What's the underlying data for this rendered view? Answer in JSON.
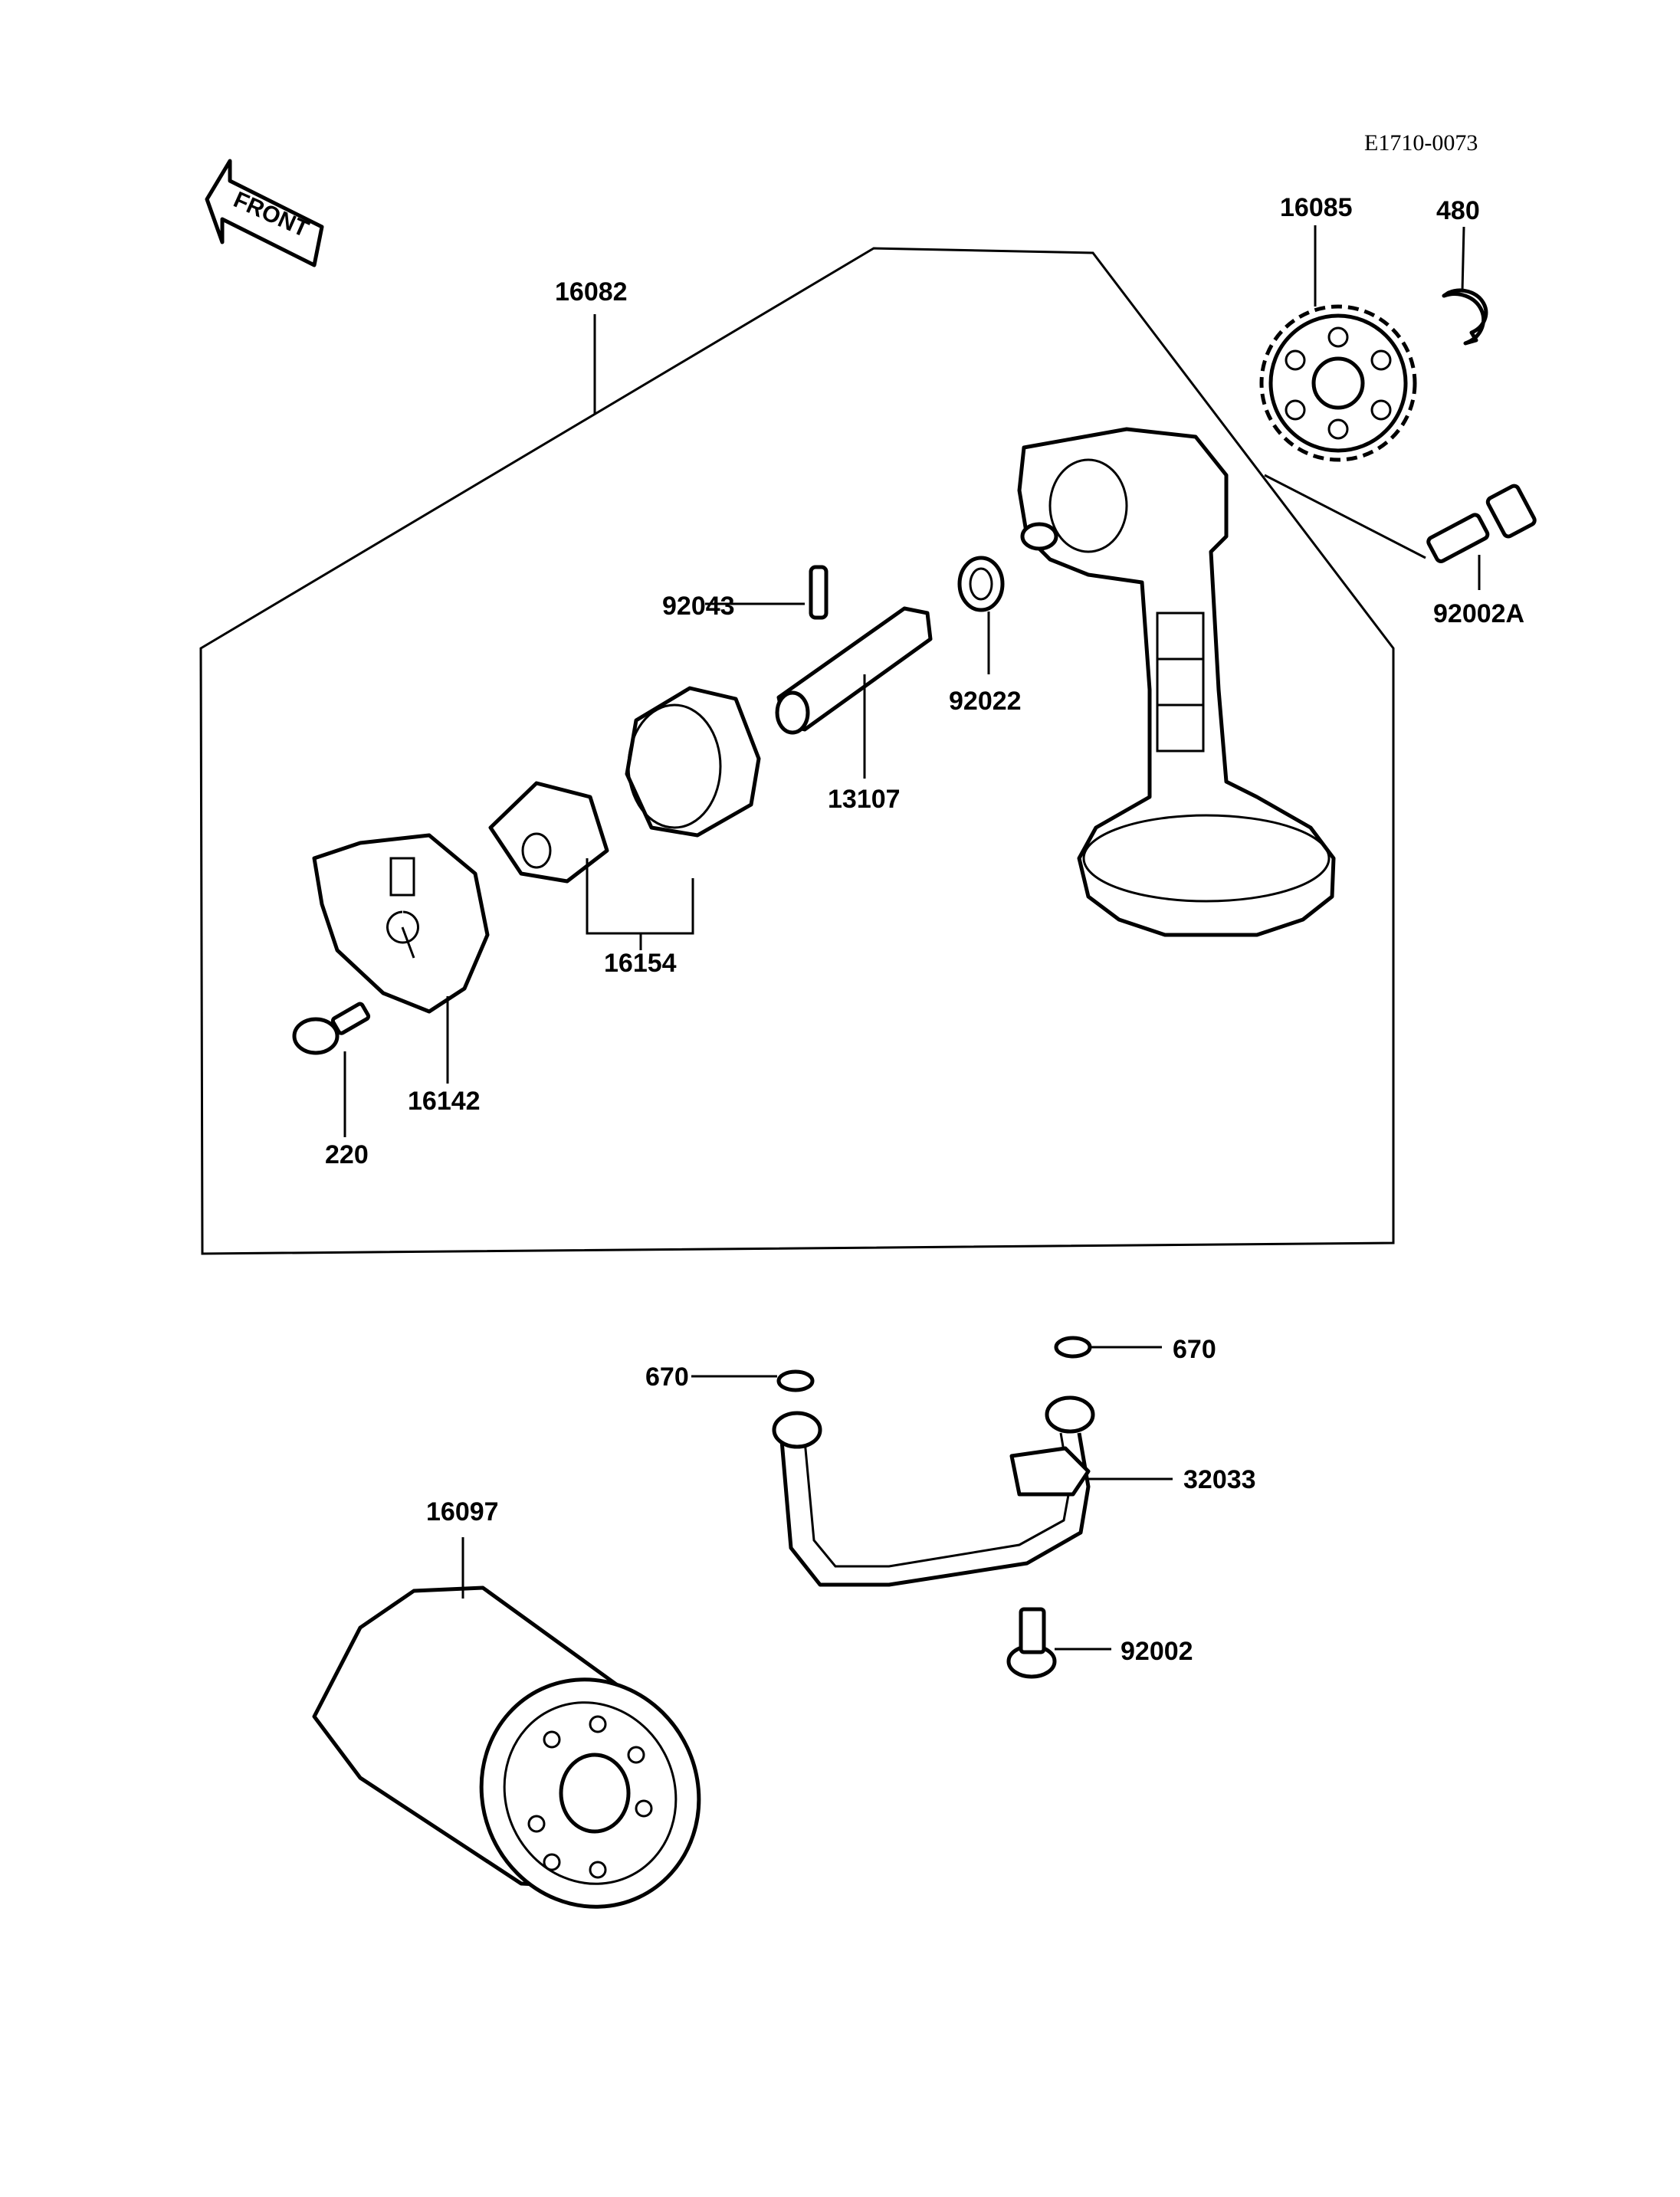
{
  "drawing_code": "E1710-0073",
  "front_label": "FRONT",
  "callouts": {
    "c16082": "16082",
    "c16085": "16085",
    "c480": "480",
    "c92002A": "92002A",
    "c92043": "92043",
    "c92022": "92022",
    "c13107": "13107",
    "c16154": "16154",
    "c16142": "16142",
    "c220": "220",
    "c670_left": "670",
    "c670_right": "670",
    "c32033": "32033",
    "c16097": "16097",
    "c92002": "92002"
  }
}
